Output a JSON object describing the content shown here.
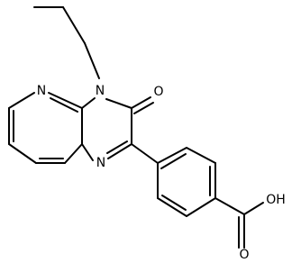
{
  "atoms": {
    "n_pyridine": "N",
    "n_alkyl": "N",
    "o_carbonyl": "O",
    "n_imine": "N",
    "oh_acid": "OH",
    "o_acid": "O"
  }
}
